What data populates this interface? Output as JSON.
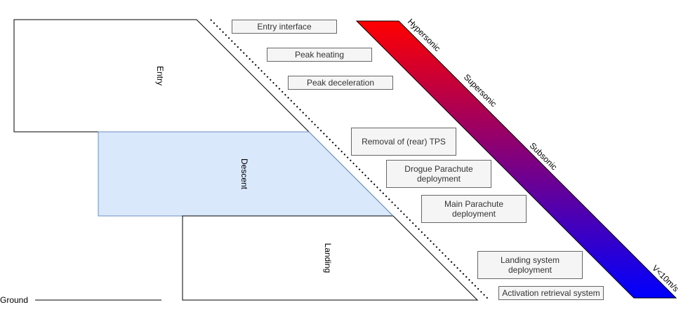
{
  "phases": {
    "entry": "Entry",
    "descent": "Descent",
    "landing": "Landing"
  },
  "ground": "Ground",
  "events": [
    "Entry interface",
    "Peak heating",
    "Peak deceleration",
    "Removal of (rear) TPS",
    "Drogue Parachute deployment",
    "Main Parachute deployment",
    "Landing system deployment",
    "Activation retrieval system"
  ],
  "regimes": {
    "hypersonic": "Hypersonic",
    "supersonic": "Supersonic",
    "subsonic": "Subsonic",
    "terminal": "V<10m/s"
  },
  "colors": {
    "descent_fill": "#dae8fc",
    "descent_stroke": "#6c8ebf",
    "band_top": "#ff0000",
    "band_bottom": "#0000ff",
    "box_fill": "#f5f5f5"
  }
}
